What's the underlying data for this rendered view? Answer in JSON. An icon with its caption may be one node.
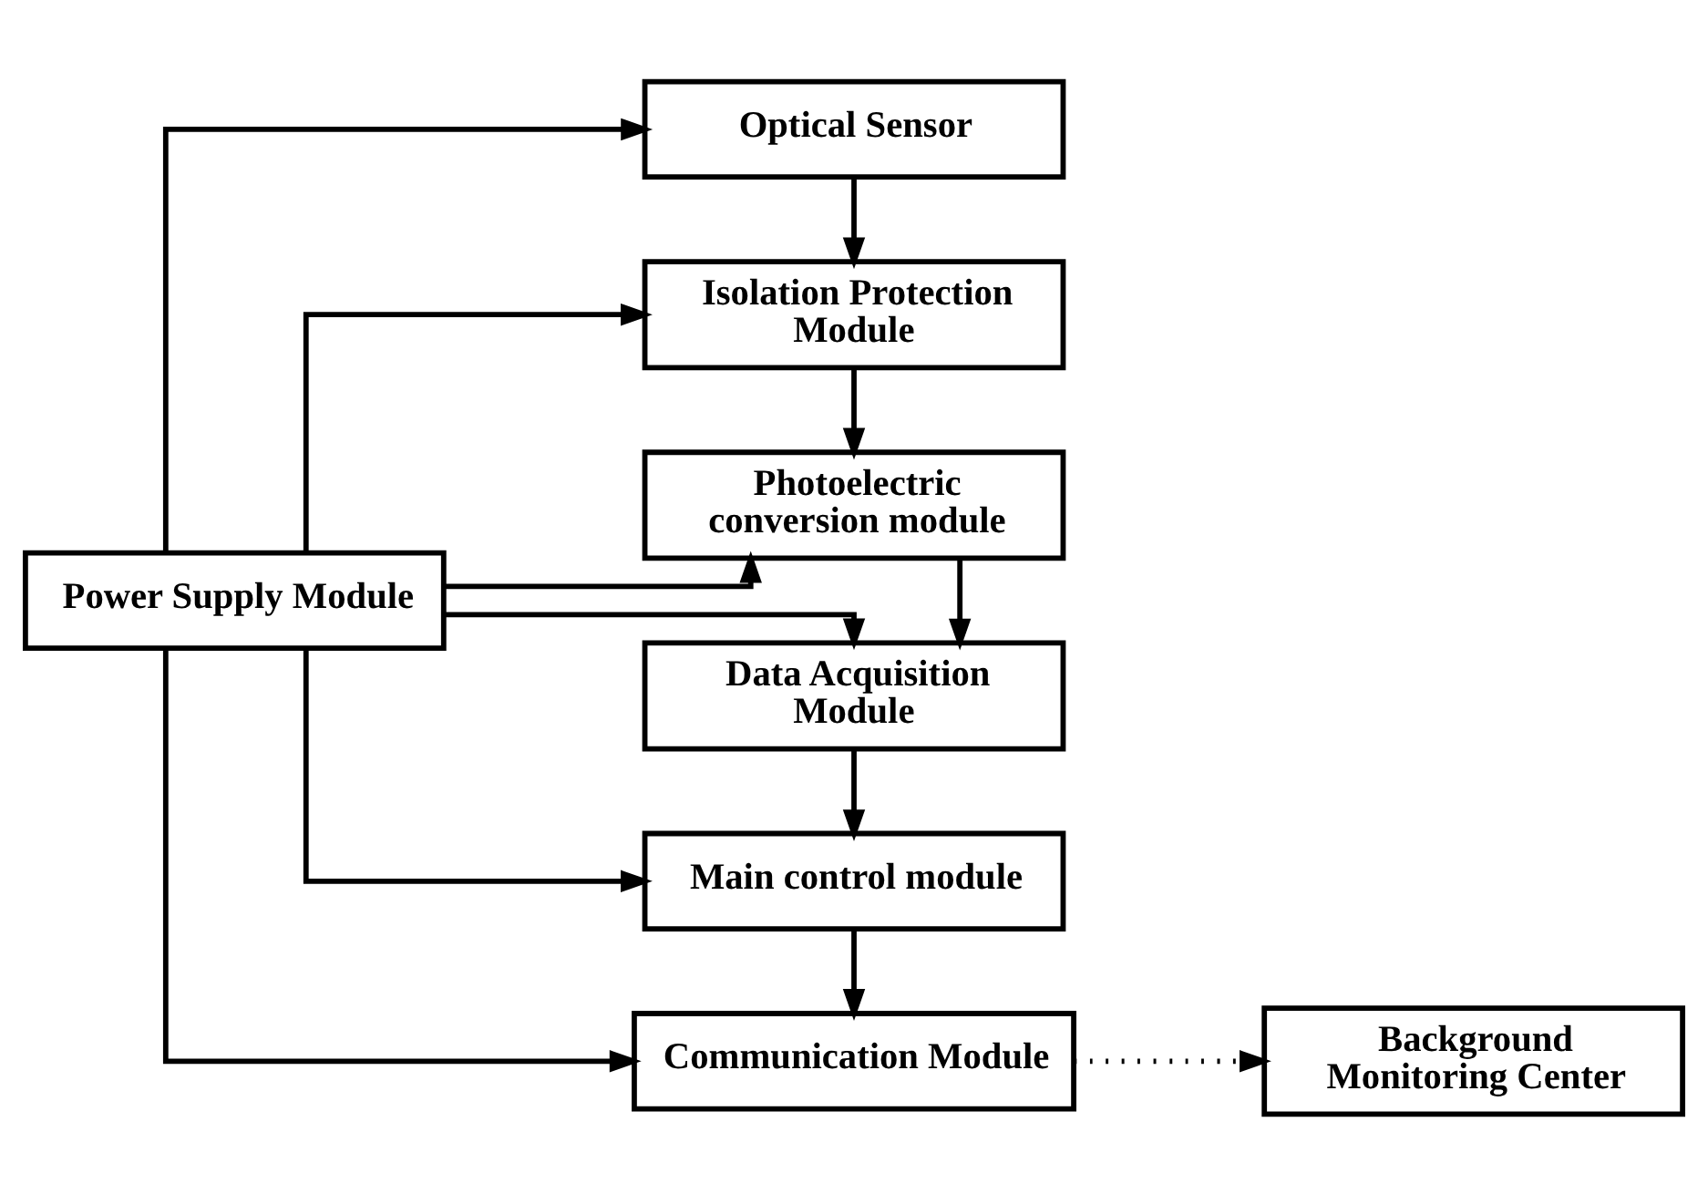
{
  "diagram": {
    "nodes": [
      {
        "text": [
          "Power Supply Module"
        ]
      },
      {
        "text": [
          "Optical Sensor"
        ]
      },
      {
        "text": [
          "Isolation Protection Module"
        ]
      },
      {
        "text": [
          "Photoelectric conversion module"
        ]
      },
      {
        "text": [
          "Data Acquisition Module"
        ]
      },
      {
        "text": [
          "Main control module"
        ]
      },
      {
        "text": [
          "Communication Module"
        ]
      },
      {
        "text": [
          "Background Monitoring Center"
        ]
      }
    ],
    "edges": [
      {
        "from": 0,
        "to": 1,
        "arrow": "to"
      },
      {
        "from": 0,
        "to": 2,
        "arrow": "to"
      },
      {
        "from": 0,
        "to": 3,
        "arrow": "to"
      },
      {
        "from": 0,
        "to": 4,
        "arrow": "to"
      },
      {
        "from": 0,
        "to": 5,
        "arrow": "to"
      },
      {
        "from": 0,
        "to": 6,
        "arrow": "to"
      },
      {
        "from": 1,
        "to": 2,
        "arrow": "to"
      },
      {
        "from": 2,
        "to": 3,
        "arrow": "to"
      },
      {
        "from": 3,
        "to": 4,
        "arrow": "to"
      },
      {
        "from": 4,
        "to": 5,
        "arrow": "to"
      },
      {
        "from": 5,
        "to": 6,
        "arrow": "to"
      },
      {
        "from": 6,
        "to": 7,
        "arrow": "to",
        "style": "dashed"
      }
    ]
  }
}
